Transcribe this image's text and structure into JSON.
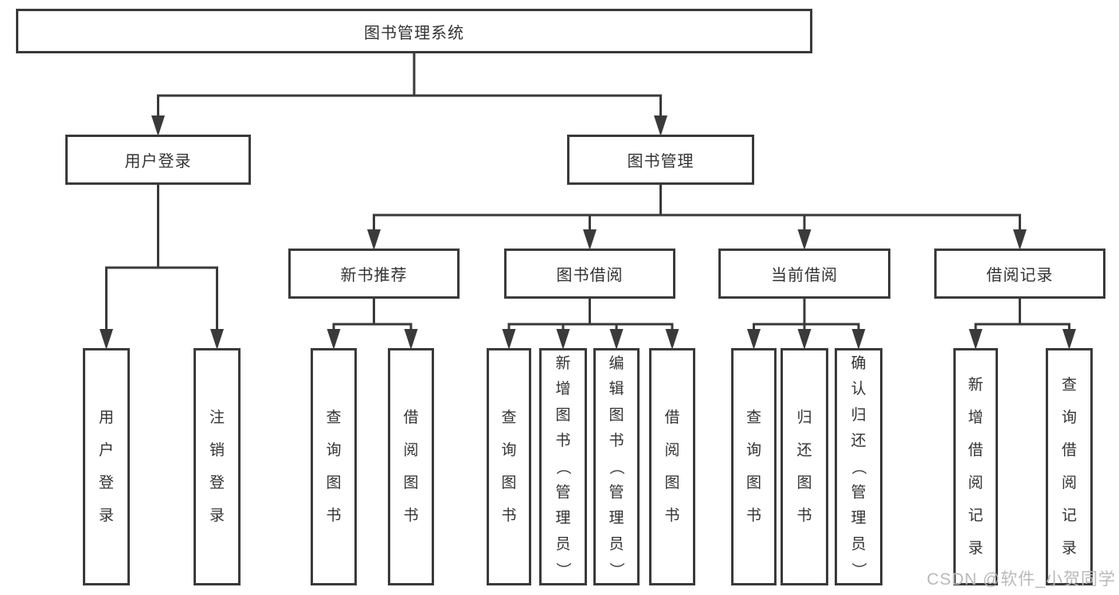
{
  "diagram": {
    "nodes": [
      {
        "id": "root",
        "label": "图书管理系统",
        "parent": null,
        "orient": "h"
      },
      {
        "id": "user-login",
        "label": "用户登录",
        "parent": "root",
        "orient": "h"
      },
      {
        "id": "book-mgmt",
        "label": "图书管理",
        "parent": "root",
        "orient": "h"
      },
      {
        "id": "new-book-rec",
        "label": "新书推荐",
        "parent": "book-mgmt",
        "orient": "h"
      },
      {
        "id": "book-borrow",
        "label": "图书借阅",
        "parent": "book-mgmt",
        "orient": "h"
      },
      {
        "id": "current-borrow",
        "label": "当前借阅",
        "parent": "book-mgmt",
        "orient": "h"
      },
      {
        "id": "borrow-records",
        "label": "借阅记录",
        "parent": "book-mgmt",
        "orient": "h"
      },
      {
        "id": "leaf-user-login",
        "label": "用户登录",
        "parent": "user-login",
        "orient": "v"
      },
      {
        "id": "leaf-logout",
        "label": "注销登录",
        "parent": "user-login",
        "orient": "v"
      },
      {
        "id": "leaf-nb-query",
        "label": "查询图书",
        "parent": "new-book-rec",
        "orient": "v"
      },
      {
        "id": "leaf-nb-borrow",
        "label": "借阅图书",
        "parent": "new-book-rec",
        "orient": "v"
      },
      {
        "id": "leaf-bb-query",
        "label": "查询图书",
        "parent": "book-borrow",
        "orient": "v"
      },
      {
        "id": "leaf-bb-add",
        "label": "新增图书（管理员）",
        "parent": "book-borrow",
        "orient": "v"
      },
      {
        "id": "leaf-bb-edit",
        "label": "编辑图书（管理员）",
        "parent": "book-borrow",
        "orient": "v"
      },
      {
        "id": "leaf-bb-borrow",
        "label": "借阅图书",
        "parent": "book-borrow",
        "orient": "v"
      },
      {
        "id": "leaf-cb-query",
        "label": "查询图书",
        "parent": "current-borrow",
        "orient": "v"
      },
      {
        "id": "leaf-cb-return",
        "label": "归还图书",
        "parent": "current-borrow",
        "orient": "v"
      },
      {
        "id": "leaf-cb-confirm",
        "label": "确认归还（管理员）",
        "parent": "current-borrow",
        "orient": "v"
      },
      {
        "id": "leaf-br-add",
        "label": "新增借阅记录",
        "parent": "borrow-records",
        "orient": "v"
      },
      {
        "id": "leaf-br-query",
        "label": "查询借阅记录",
        "parent": "borrow-records",
        "orient": "v"
      }
    ]
  },
  "watermark": {
    "text": "CSDN @软件_小贺同学",
    "color": "#b9b9b9"
  },
  "colors": {
    "line": "#3a3a3a",
    "box_border": "#3a3a3a",
    "box_fill": "#ffffff",
    "text": "#333333",
    "background": "#ffffff"
  }
}
